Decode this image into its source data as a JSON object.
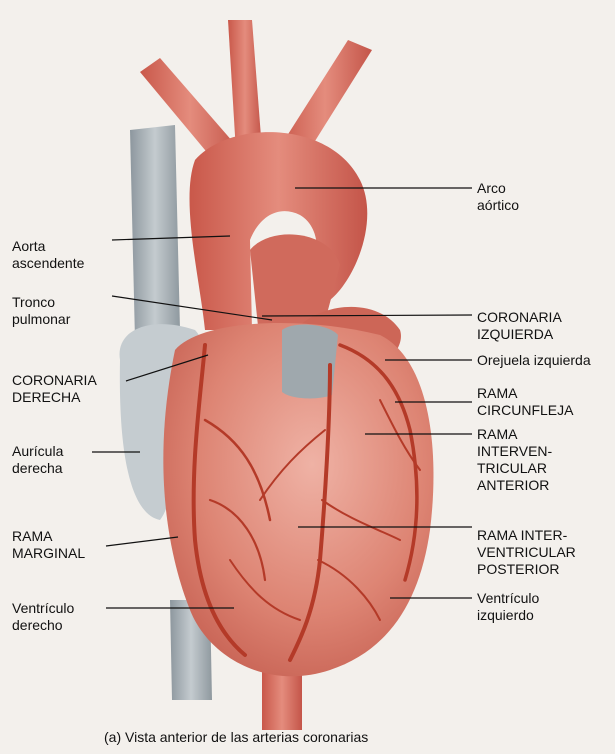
{
  "labels": {
    "arco_aortico": [
      "Arco",
      "aórtico"
    ],
    "aorta_ascendente": [
      "Aorta",
      "ascendente"
    ],
    "tronco_pulmonar": [
      "Tronco",
      "pulmonar"
    ],
    "coronaria_izquierda": [
      "CORONARIA",
      "IZQUIERDA"
    ],
    "coronaria_derecha": [
      "CORONARIA",
      "DERECHA"
    ],
    "orejuela_izquierda": [
      "Orejuela izquierda"
    ],
    "rama_circunfleja": [
      "RAMA",
      "CIRCUNFLEJA"
    ],
    "auricula_derecha": [
      "Aurícula",
      "derecha"
    ],
    "rama_interventricular_anterior": [
      "RAMA",
      "INTERVEN-",
      "TRICULAR",
      "ANTERIOR"
    ],
    "rama_marginal": [
      "RAMA",
      "MARGINAL"
    ],
    "rama_interventricular_posterior": [
      "RAMA INTER-",
      "VENTRICULAR",
      "POSTERIOR"
    ],
    "ventriculo_derecho": [
      "Ventrículo",
      "derecho"
    ],
    "ventriculo_izquierdo": [
      "Ventrículo",
      "izquierdo"
    ]
  },
  "caption": "(a) Vista anterior de las arterias coronarias",
  "colors": {
    "heart": "#d9776a",
    "artery": "#b8402e",
    "vein": "#a9b1b6",
    "background": "#f3f0ec"
  }
}
